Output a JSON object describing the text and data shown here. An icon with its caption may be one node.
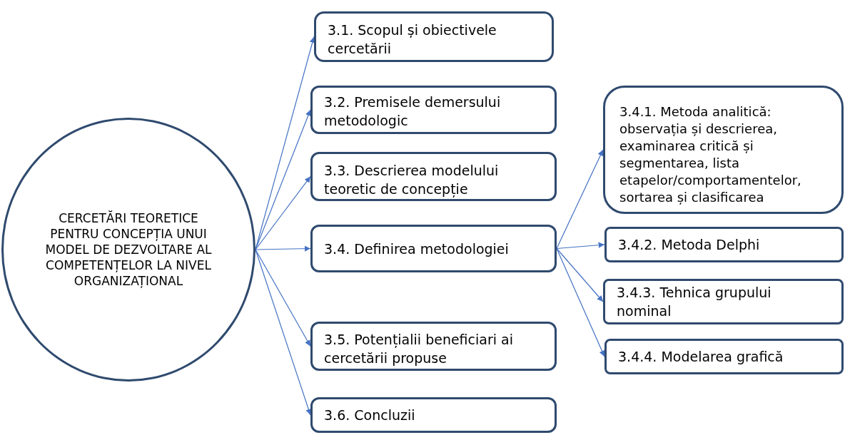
{
  "diagram": {
    "nodes": [
      {
        "text": [
          "CERCETĂRI TEORETICE PENTRU CONCEPȚIA UNUI MODEL DE DEZVOLTARE AL COMPETENȚELOR LA NIVEL ORGANIZAȚIONAL"
        ]
      },
      {
        "text": [
          "3.1. Scopul și obiectivele cercetării"
        ]
      },
      {
        "text": [
          "3.2. Premisele demersului metodologic"
        ]
      },
      {
        "text": [
          "3.3. Descrierea modelului teoretic de concepție"
        ]
      },
      {
        "text": [
          "3.4. Definirea metodologiei"
        ]
      },
      {
        "text": [
          "3.5. Potențialii beneficiari ai cercetării propuse"
        ]
      },
      {
        "text": [
          "3.6. Concluzii"
        ]
      },
      {
        "text": [
          "3.4.1. Metoda analitică: observația și descrierea, examinarea critică și segmentarea, lista etapelor/comportamentelor, sortarea și clasificarea"
        ]
      },
      {
        "text": [
          "3.4.2. Metoda Delphi"
        ]
      },
      {
        "text": [
          "3.4.3. Tehnica grupului nominal"
        ]
      },
      {
        "text": [
          "3.4.4. Modelarea grafică"
        ]
      }
    ],
    "edges": [
      {
        "from": 0,
        "to": 1,
        "arrow": "to"
      },
      {
        "from": 0,
        "to": 2,
        "arrow": "to"
      },
      {
        "from": 0,
        "to": 3,
        "arrow": "to"
      },
      {
        "from": 0,
        "to": 4,
        "arrow": "to"
      },
      {
        "from": 0,
        "to": 5,
        "arrow": "to"
      },
      {
        "from": 0,
        "to": 6,
        "arrow": "to"
      },
      {
        "from": 4,
        "to": 7,
        "arrow": "to"
      },
      {
        "from": 4,
        "to": 8,
        "arrow": "to"
      },
      {
        "from": 4,
        "to": 9,
        "arrow": "to"
      },
      {
        "from": 4,
        "to": 10,
        "arrow": "to"
      }
    ]
  }
}
